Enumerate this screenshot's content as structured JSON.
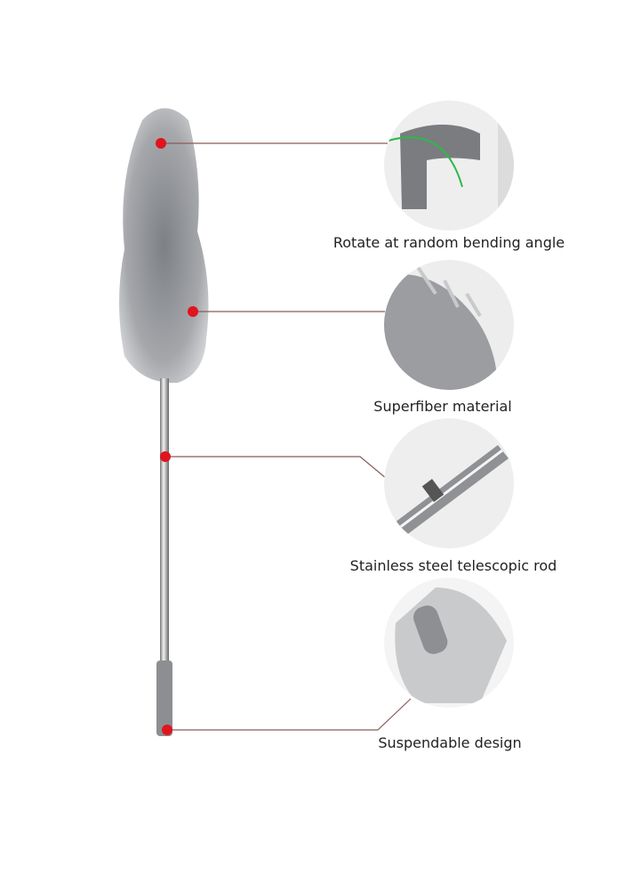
{
  "features": [
    {
      "label": "Rotate at random bending angle",
      "icon": "rotate-bend-photo"
    },
    {
      "label": "Superfiber material",
      "icon": "microfiber-photo"
    },
    {
      "label": "Stainless steel telescopic rod",
      "icon": "telescopic-rod-photo"
    },
    {
      "label": "Suspendable design",
      "icon": "hanging-hole-photo"
    }
  ],
  "colors": {
    "dot": "#e0141e",
    "line": "#8a5a5a",
    "fiber": "#9a9ca0",
    "circle_bg": "#ececec"
  }
}
